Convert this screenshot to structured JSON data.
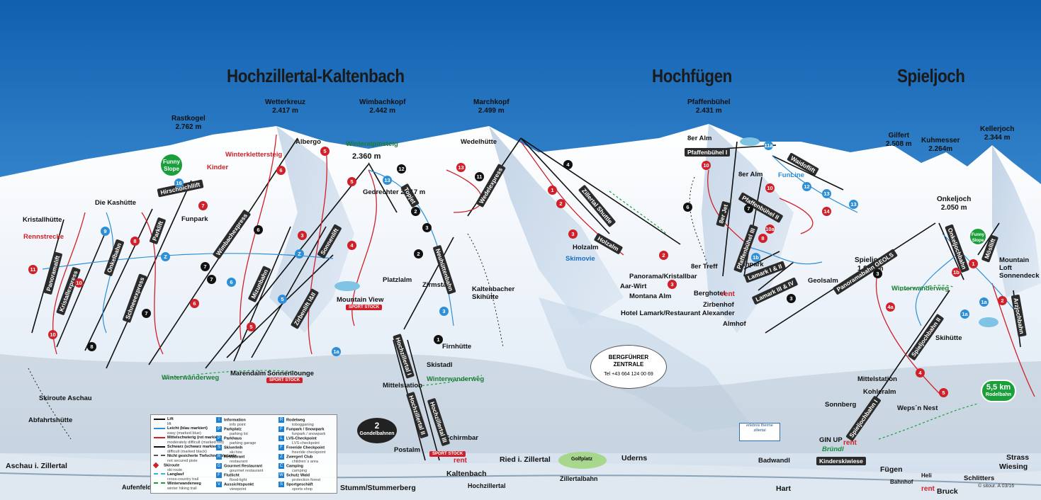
{
  "regions": [
    "Hochzillertal-Kaltenbach",
    "Hochfügen",
    "Spieljoch"
  ],
  "peaks": [
    {
      "name": "Rastkogel",
      "alt": "2.762 m"
    },
    {
      "name": "Wetterkreuz",
      "alt": "2.417 m"
    },
    {
      "name": "Wimbachkopf",
      "alt": "2.442 m"
    },
    {
      "name": "Marchkopf",
      "alt": "2.499 m"
    },
    {
      "name": "Pfaffenbühel",
      "alt": "2.431 m"
    },
    {
      "name": "Gilfert",
      "alt": "2.508 m"
    },
    {
      "name": "Kuhmesser",
      "alt": "2.264m"
    },
    {
      "name": "Kellerjoch",
      "alt": "2.344 m"
    },
    {
      "name": "Onkeljoch",
      "alt": "2.050 m"
    },
    {
      "name": "Spieljoch",
      "alt": "1.920 m"
    }
  ],
  "heights": {
    "wimbach_top": "2.360 m",
    "gedrechter": "Gedrechter 2.317 m"
  },
  "places": {
    "winterklettersteig": "Winterklettersteig",
    "kinder": "Kinder",
    "albergo": "Albergo",
    "winteralpinsteig": "Winteralpinsteig",
    "wedelhuette": "Wedelhütte",
    "kashuette": "Die Kashütte",
    "kristallhuette": "Kristallhütte",
    "rennstrecke": "Rennstrecke",
    "funpark": "Funpark",
    "platzlalm": "Platzlalm",
    "zirmstadl": "Zirmstadl",
    "kaltenbacher_skihuette": "Kaltenbacher Skihütte",
    "mountain_view": "Mountain View",
    "holzalm": "Holzalm",
    "skimovie": "Skimovie",
    "firnhuette": "Firnhütte",
    "skistadl": "Skistadl",
    "mittelstation": "Mittelstation",
    "winterwanderweg": "Winterwanderweg",
    "marendalm": "Marendalm",
    "sonnenlounge": "Sonnenlounge",
    "skiroute_aschau": "Skiroute Aschau",
    "abfahrtshuette": "Abfahrtshütte",
    "schirmbar": "Schirmbar",
    "postalm": "Postalm",
    "ber_alm_top": "8er Alm",
    "ber_alm": "8er Alm",
    "funline": "FunLine",
    "ber_treff": "8er Treff",
    "panorama_kristalibar": "Panorama/Kristallbar",
    "aar_wirt": "Aar-Wirt",
    "montana_alm": "Montana Alm",
    "hotel_lamark": "Hotel Lamark/Restaurant Alexander",
    "berghotel": "Berghotel",
    "zirbenhof": "Zirbenhof",
    "almhof": "Almhof",
    "funpark2": "Funpark",
    "geolsalm": "Geolsalm",
    "mountain_loft": "Mountain Loft Sonnendeck",
    "skihuette": "Skihütte",
    "winterwanderweg2": "Winterwanderweg",
    "mittelstation2": "Mittelstation",
    "kohleralm": "Kohleralm",
    "sonnberg": "Sonnberg",
    "weps_nest": "Weps´n Nest",
    "gin_up": "GIN UP",
    "bruendl": "Bründl",
    "badwandl": "Badwandl",
    "kinderskiwiese": "Kinderskiwiese",
    "golfplatz": "Golfplatz",
    "funny_slope": "Funny Slope",
    "funny_slope2": "Funny Slope"
  },
  "towns": {
    "aschau": "Aschau i. Zillertal",
    "aufenfeld": "Aufenfeld",
    "stumm": "Stumm/Stummerberg",
    "kaltenbach": "Kaltenbach",
    "hochzillertal": "Hochzillertal",
    "ried": "Ried i. Zillertal",
    "zillertalbahn": "Zillertalbahn",
    "uderns": "Uderns",
    "hart": "Hart",
    "fuegen": "Fügen",
    "bruck": "Bruck",
    "strass": "Strass",
    "wiesing": "Wiesing",
    "schlitters": "Schlitters",
    "bahnhof": "Bahnhof",
    "heli": "Heli"
  },
  "lifts": [
    "Hirschbichllift",
    "Wimbachexpress",
    "Parklift",
    "Onkelbahn",
    "Panoramalift",
    "Kristallexpress",
    "Schneeexpress",
    "Mizunbahn",
    "Zirbenlift I&II",
    "Sonnenlift",
    "Topjet",
    "Wedelexpress",
    "Zillertal Shuttle",
    "Holzalm",
    "Neuhüttenbahn",
    "Hochzillertal I",
    "Hochzillertal II",
    "Hochzillertal III",
    "Pfaffenbühel I",
    "Pfaffenbühel II",
    "Waidoflift",
    "8er Jet",
    "Pfaffenbühel III",
    "Lamark I & II",
    "Lamark III & IV",
    "Panoramabahn GEOLS",
    "Onkeljochbahn",
    "Mösllift",
    "Arzjochbahn",
    "Spieljochbahn I",
    "Spieljochbahn II"
  ],
  "bubbles": {
    "bergfuehrer": "BERGFÜHRER ZENTRALE",
    "phone": "Tel +43 664 124 00 69",
    "gondeln_num": "2",
    "gondeln_text": "Gondelbahnen",
    "rodel_km": "5,5 km",
    "rodel_text": "Rodelbahn"
  },
  "brands": {
    "rent": "rent",
    "sport_stock": "SPORT STOCK",
    "erlebnistherme": "erlebnis therme zillertal"
  },
  "legend": [
    {
      "text": "Lift",
      "sub": "lift",
      "color": "#111111",
      "kind": "line"
    },
    {
      "text": "Leicht (blau markiert)",
      "sub": "easy (marked blue)",
      "color": "#2f8fd6",
      "kind": "line"
    },
    {
      "text": "Mittelschwierig (rot markiert)",
      "sub": "moderately difficult (marked red)",
      "color": "#d0202a",
      "kind": "line"
    },
    {
      "text": "Schwarz (schwarz markiert)",
      "sub": "difficult (marked black)",
      "color": "#111111",
      "kind": "line"
    },
    {
      "text": "Nicht gesicherte Tiefschnee-Variante",
      "sub": "not secured piste",
      "color": "#555555",
      "kind": "dash"
    },
    {
      "text": "Skiroute",
      "sub": "ski route",
      "color": "#d0202a",
      "kind": "diamond"
    },
    {
      "text": "Langlauf",
      "sub": "cross-country trail",
      "color": "#2fb7e0",
      "kind": "dash"
    },
    {
      "text": "Winterwanderweg",
      "sub": "winter hiking trail",
      "color": "#1a9f3a",
      "kind": "dash"
    },
    {
      "text": "Information",
      "sub": "info point",
      "icon": "i"
    },
    {
      "text": "Parkplatz",
      "sub": "parking lot",
      "icon": "P"
    },
    {
      "text": "Parkhaus",
      "sub": "parking garage",
      "icon": "P"
    },
    {
      "text": "Skiverleih",
      "sub": "ski hire",
      "icon": "S"
    },
    {
      "text": "Restaurant",
      "sub": "restaurant",
      "icon": "R"
    },
    {
      "text": "Gourmet Restaurant",
      "sub": "gourmet restaurant",
      "icon": "G"
    },
    {
      "text": "Flutlicht",
      "sub": "flood-light",
      "icon": "F"
    },
    {
      "text": "Aussichtspunkt",
      "sub": "viewpoint",
      "icon": "V"
    },
    {
      "text": "Rodelweg",
      "sub": "tobogganing",
      "icon": "R"
    },
    {
      "text": "Funpark / Snowpark",
      "sub": "funpark / snowpark",
      "icon": "F"
    },
    {
      "text": "LVS-Checkpoint",
      "sub": "LVS-checkpoint",
      "icon": "L"
    },
    {
      "text": "Freeride Checkpoint",
      "sub": "freeride checkpoint",
      "icon": "F"
    },
    {
      "text": "Zwergerl Club",
      "sub": "children´s area",
      "icon": "Z"
    },
    {
      "text": "Camping",
      "sub": "camping",
      "icon": "C"
    },
    {
      "text": "Schutz Wald",
      "sub": "protection forest",
      "icon": "W"
    },
    {
      "text": "Sportgeschäft",
      "sub": "sports shop",
      "icon": "S"
    }
  ],
  "copyright": "© sitour. A 03/16",
  "colors": {
    "sky_top": "#1568b8",
    "sky_bottom": "#8fc7ef",
    "snow": "#f2f6fb",
    "red": "#d0202a",
    "blue": "#2f8fd6",
    "green": "#1a9f3a"
  }
}
